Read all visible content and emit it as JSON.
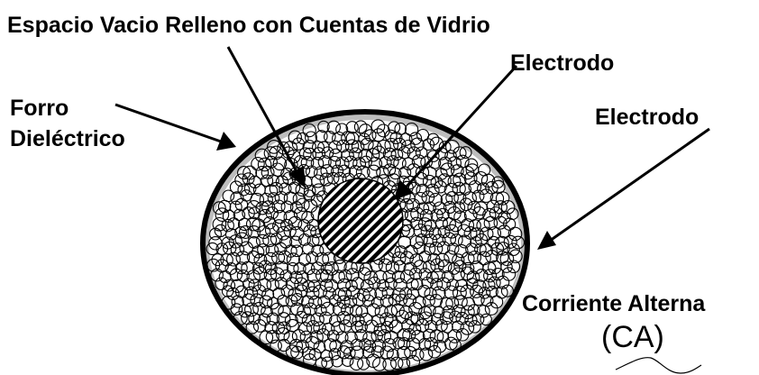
{
  "labels": {
    "glass_beads": "Espacio Vacio Relleno con Cuentas de Vidrio",
    "center_electrode": "Electrodo",
    "outer_electrode": "Electrodo",
    "liner_line1": "Forro",
    "liner_line2": "Dieléctrico",
    "ac_current": "Corriente Alterna",
    "ac_abbrev": "(CA)"
  },
  "colors": {
    "ink": "#000000",
    "fill_gray": "#bdbdbd",
    "background": "#ffffff"
  }
}
